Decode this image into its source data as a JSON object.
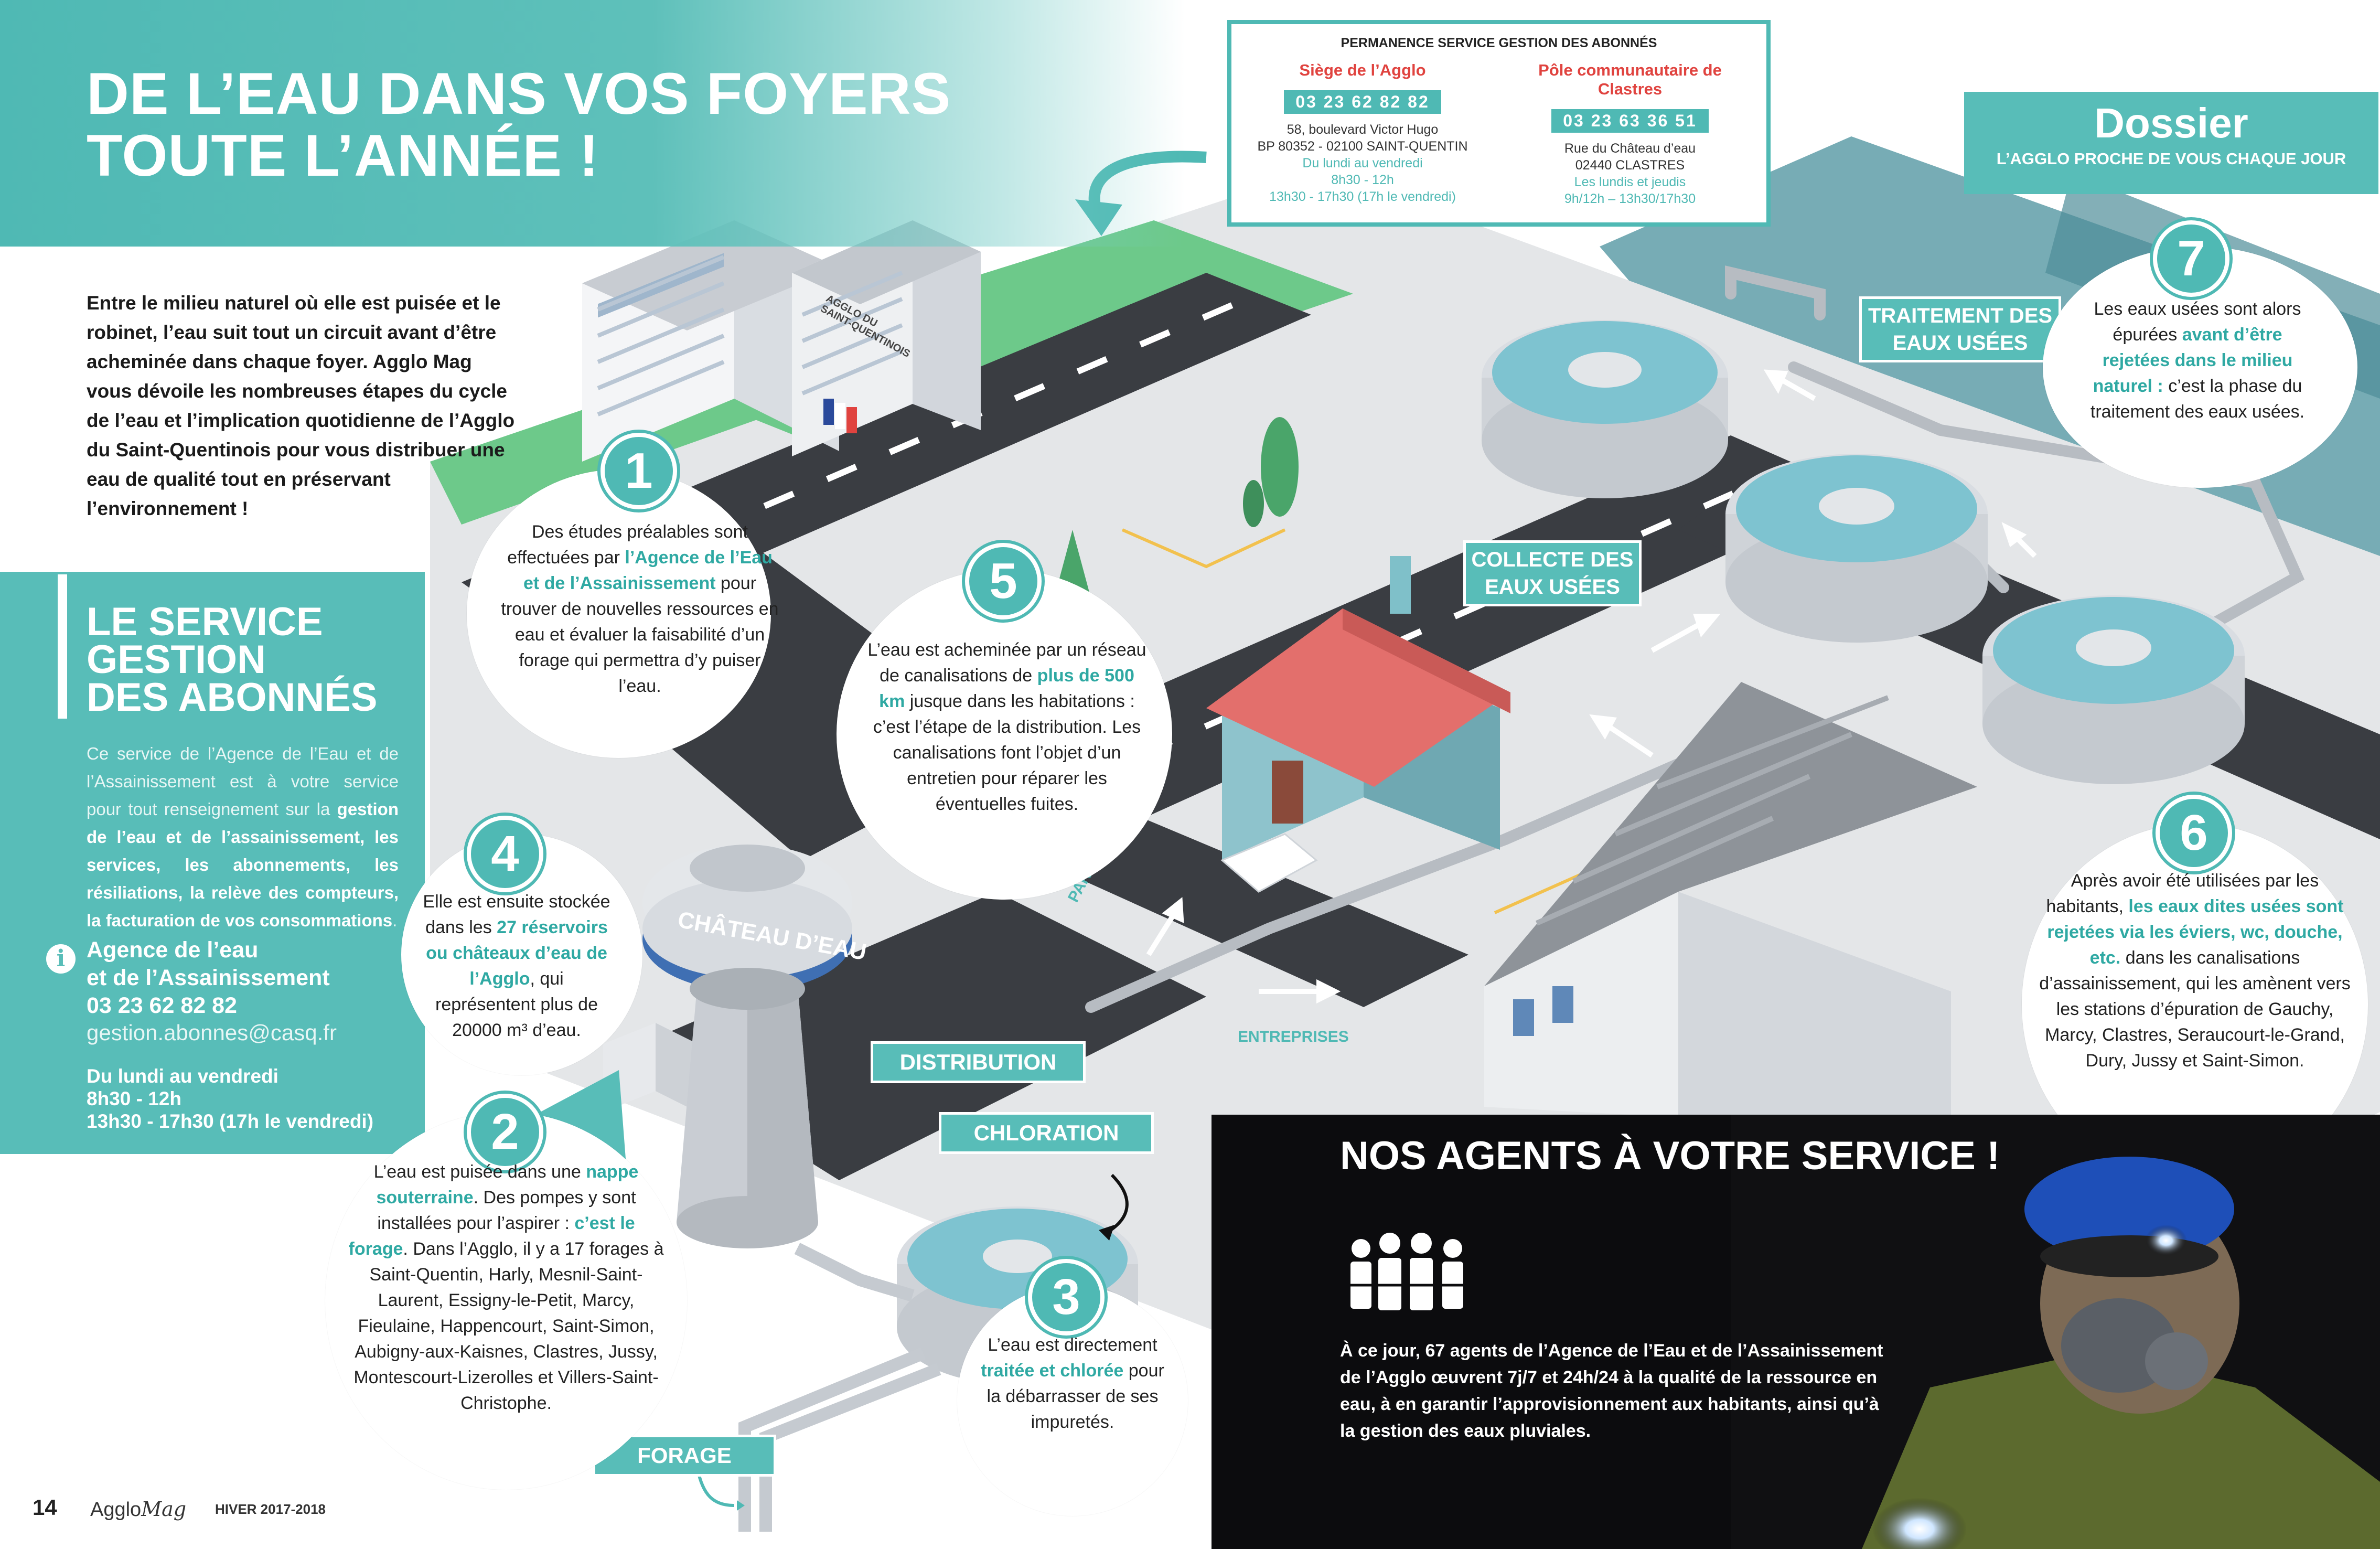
{
  "header": {
    "title_line1": "DE L’EAU DANS VOS FOYERS",
    "title_line2": "TOUTE L’ANNÉE !",
    "intro": "Entre le milieu naturel où elle est puisée et le robinet, l’eau suit tout un circuit avant d’être acheminée dans chaque foyer. Agglo Mag vous dévoile les nombreuses étapes du cycle de l’eau et l’implication quotidienne de l’Agglo du Saint-Quentinois pour vous distribuer une eau de qualité tout en préservant l’environnement !"
  },
  "dossier": {
    "title": "Dossier",
    "subtitle": "L’AGGLO PROCHE DE VOUS CHAQUE JOUR"
  },
  "contact_box": {
    "heading": "PERMANENCE SERVICE GESTION DES ABONNÉS",
    "left": {
      "name": "Siège de l’Agglo",
      "phone": "03 23 62 82 82",
      "address1": "58, boulevard Victor Hugo",
      "address2": "BP 80352 - 02100 SAINT-QUENTIN",
      "days": "Du lundi au vendredi",
      "hours1": "8h30 - 12h",
      "hours2": "13h30 - 17h30 (17h le vendredi)"
    },
    "right": {
      "name": "Pôle communautaire de Clastres",
      "phone": "03 23 63 36 51",
      "address1": "Rue du Château d’eau",
      "address2": "02440 CLASTRES",
      "days": "Les lundis et jeudis",
      "hours1": "9h/12h – 13h30/17h30"
    }
  },
  "service_panel": {
    "title1": "LE SERVICE",
    "title2": "GESTION",
    "title3": "DES ABONNÉS",
    "text_start": "Ce service de l’Agence de l’Eau et de l’Assainissement est à votre service pour tout renseignement sur la ",
    "text_bold": "gestion de l’eau et de l’assainissement, les services, les abonnements, les résiliations, la relève des compteurs, la facturation de vos consommations",
    "text_end": ".",
    "agency1": "Agence de l’eau",
    "agency2": "et de l’Assainissement",
    "phone": "03 23 62 82 82",
    "email": "gestion.abonnes@casq.fr",
    "hours1": "Du lundi au vendredi",
    "hours2": "8h30 - 12h",
    "hours3": "13h30 - 17h30 (17h le vendredi)"
  },
  "steps": [
    {
      "number": "1",
      "a": "Des études préalables sont effectuées par ",
      "hl": "l’Agence de l’Eau et de l’Assainissement",
      "b": " pour trouver de nouvelles ressources en eau et évaluer la faisabilité d’un forage qui permettra d’y puiser l’eau."
    },
    {
      "number": "2",
      "a": "L’eau est puisée dans une ",
      "hl": "nappe souterraine",
      "b": ". Des pompes y sont installées pour l’aspirer : ",
      "hl2": "c’est le forage",
      "c": ". Dans l’Agglo, il y a 17 forages à Saint-Quentin, Harly, Mesnil-Saint-Laurent, Essigny-le-Petit, Marcy, Fieulaine, Happencourt, Saint-Simon, Aubigny-aux-Kaisnes, Clastres, Jussy, Montescourt-Lizerolles et Villers-Saint-Christophe."
    },
    {
      "number": "3",
      "a": "L’eau est directement ",
      "hl": "traitée et chlorée",
      "b": " pour la débarrasser de ses impuretés."
    },
    {
      "number": "4",
      "a": "Elle est ensuite stockée dans les ",
      "hl": "27 réservoirs ou châteaux d’eau de l’Agglo",
      "b": ", qui représentent plus de 20000 m³ d’eau."
    },
    {
      "number": "5",
      "a": "L’eau est acheminée par un réseau de canalisations de ",
      "hl": "plus de 500 km",
      "b": " jusque dans les habitations : c’est l’étape de la distribution. Les canalisations font l’objet d’un entretien pour réparer les éventuelles fuites."
    },
    {
      "number": "6",
      "a": "Après avoir été utilisées par les habitants, ",
      "hl": "les eaux dites usées sont rejetées via les éviers, wc, douche, etc.",
      "b": " dans les canalisations d’assainissement, qui les amènent vers les stations d’épuration de Gauchy, Marcy, Clastres, Seraucourt-le-Grand, Dury, Jussy et Saint-Simon."
    },
    {
      "number": "7",
      "a": "Les eaux usées sont alors épurées ",
      "hl": "avant d’être rejetées dans le milieu naturel :",
      "b": " c’est la phase du traitement des eaux usées."
    }
  ],
  "labels": {
    "traitement": "TRAITEMENT DES EAUX USÉES",
    "collecte": "COLLECTE DES EAUX USÉES",
    "distribution": "DISTRIBUTION",
    "chloration": "CHLORATION",
    "forage": "FORAGE",
    "particuliers": "PARTICULIERS",
    "entreprises": "ENTREPRISES",
    "chateau": "CHÂTEAU D’EAU",
    "building_logo1": "AGGLO DU",
    "building_logo2": "SAINT-QUENTINOIS"
  },
  "agents": {
    "title": "NOS AGENTS À VOTRE SERVICE !",
    "text": "À ce jour, 67 agents de l’Agence de l’Eau et de l’Assainissement de l’Agglo œuvrent 7j/7 et 24h/24 à la qualité de la ressource en eau, à en garantir l’approvisionnement aux habitants, ainsi qu’à la gestion des eaux pluviales."
  },
  "footer": {
    "page": "14",
    "mag1": "Agglo",
    "mag2": "Mag",
    "season": "HIVER 2017-2018"
  },
  "colors": {
    "teal": "#58bdb8",
    "red": "#e0433f",
    "grass": "#6dc98a",
    "road": "#3a3d42"
  }
}
